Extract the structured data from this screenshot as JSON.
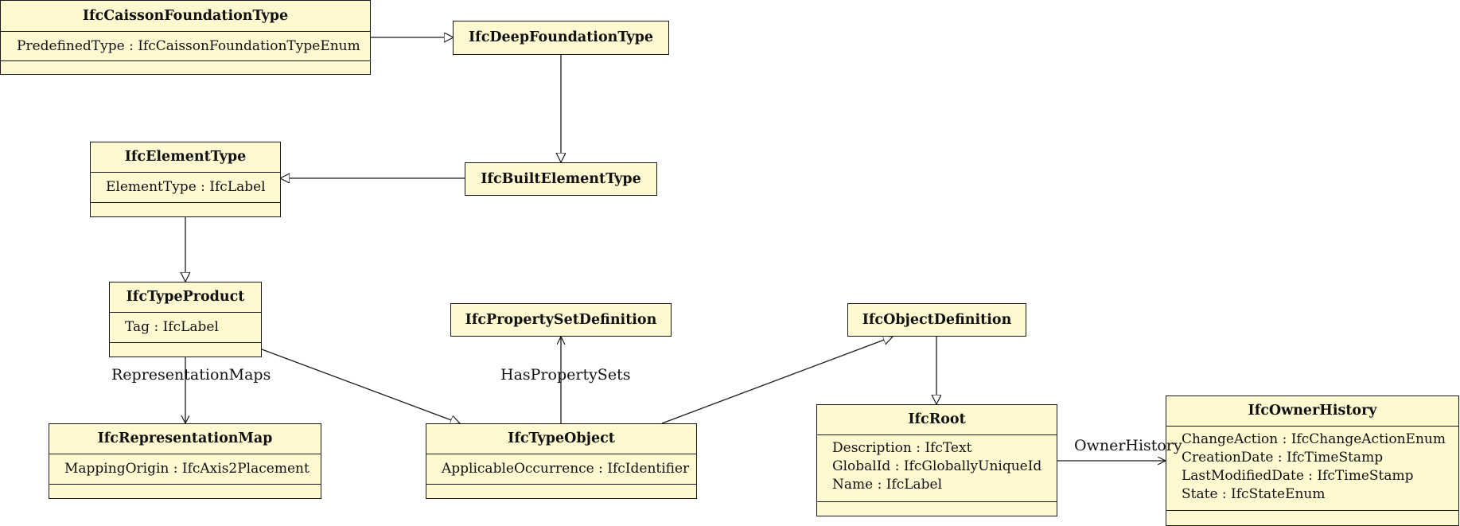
{
  "classes": {
    "caisson": {
      "name": "IfcCaissonFoundationType",
      "attributes": [
        "PredefinedType : IfcCaissonFoundationTypeEnum"
      ]
    },
    "deep_foundation": {
      "name": "IfcDeepFoundationType"
    },
    "element_type": {
      "name": "IfcElementType",
      "attributes": [
        "ElementType : IfcLabel"
      ]
    },
    "built_element": {
      "name": "IfcBuiltElementType"
    },
    "type_product": {
      "name": "IfcTypeProduct",
      "attributes": [
        "Tag : IfcLabel"
      ]
    },
    "property_set_definition": {
      "name": "IfcPropertySetDefinition"
    },
    "object_definition": {
      "name": "IfcObjectDefinition"
    },
    "representation_map": {
      "name": "IfcRepresentationMap",
      "attributes": [
        "MappingOrigin : IfcAxis2Placement"
      ]
    },
    "type_object": {
      "name": "IfcTypeObject",
      "attributes": [
        "ApplicableOccurrence : IfcIdentifier"
      ]
    },
    "root": {
      "name": "IfcRoot",
      "attributes": [
        "Description : IfcText",
        "GlobalId : IfcGloballyUniqueId",
        "Name : IfcLabel"
      ]
    },
    "owner_history": {
      "name": "IfcOwnerHistory",
      "attributes": [
        "ChangeAction : IfcChangeActionEnum",
        "CreationDate : IfcTimeStamp",
        "LastModifiedDate : IfcTimeStamp",
        "State : IfcStateEnum"
      ]
    }
  },
  "associations": {
    "representation_maps": "RepresentationMaps",
    "has_property_sets": "HasPropertySets",
    "owner_history": "OwnerHistory"
  }
}
